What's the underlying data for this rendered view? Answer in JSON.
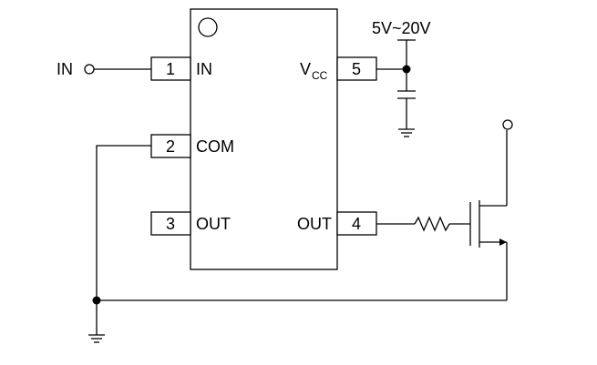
{
  "supply_label": "5V~20V",
  "input_label": "IN",
  "pins": [
    {
      "number": "1",
      "name": "IN"
    },
    {
      "number": "2",
      "name": "COM"
    },
    {
      "number": "3",
      "name": "OUT"
    },
    {
      "number": "4",
      "name": "OUT"
    },
    {
      "number": "5",
      "name": "V",
      "subscript": "CC"
    }
  ]
}
